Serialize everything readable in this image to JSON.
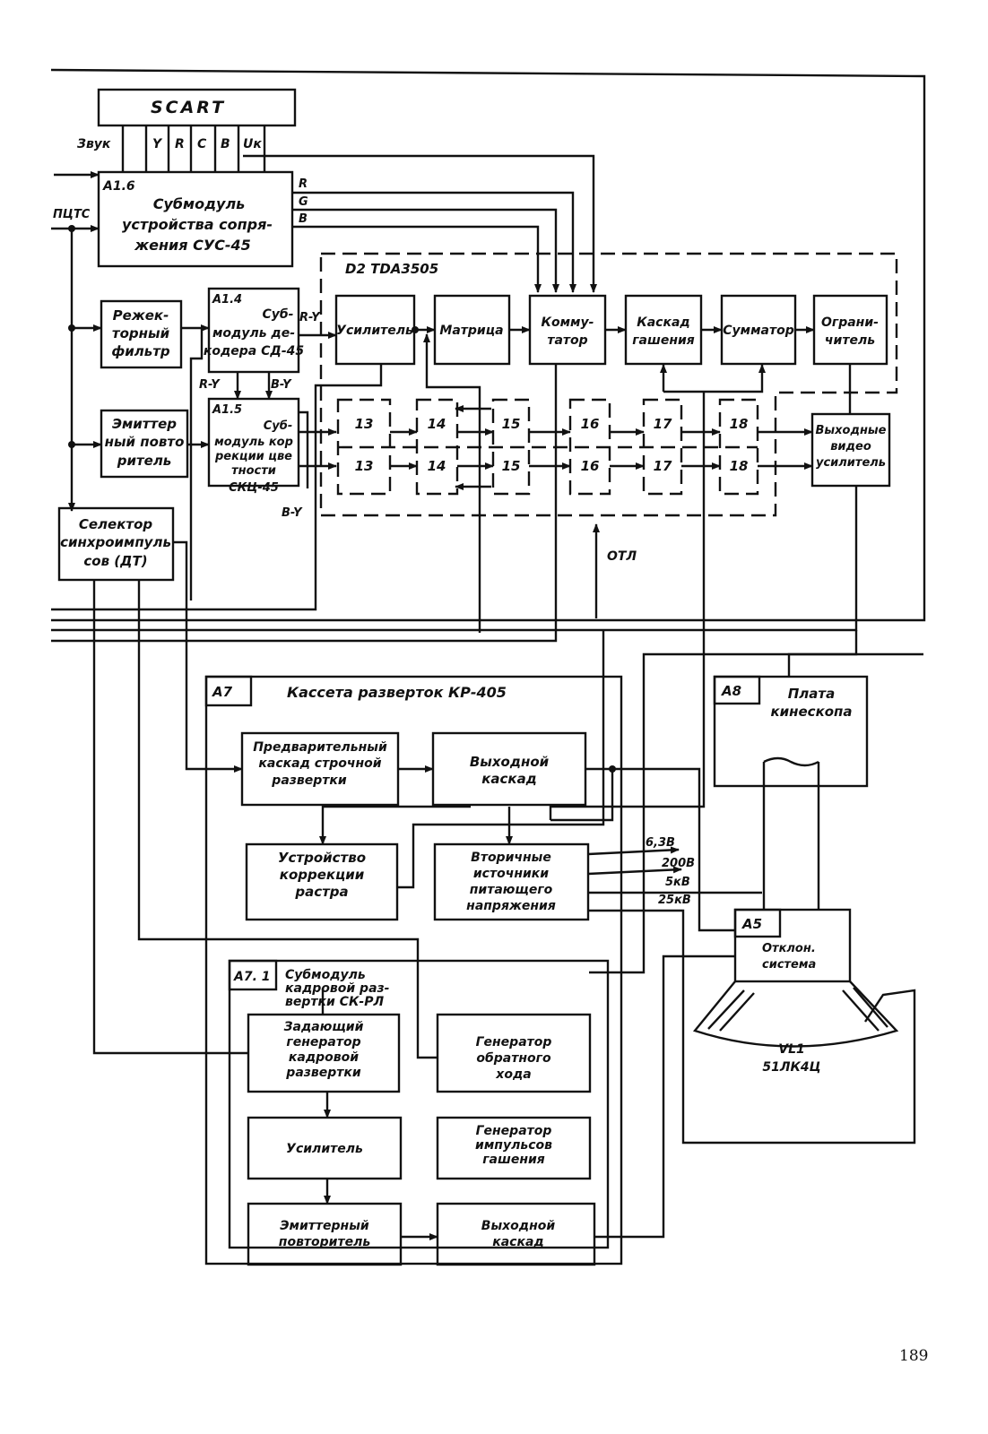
{
  "scart": {
    "title": "SCART",
    "pins": [
      "Звук",
      "Y",
      "R",
      "C",
      "B",
      "Uк"
    ]
  },
  "inputs": {
    "composite": "ПЦТС"
  },
  "a16": {
    "id": "A1.6",
    "lines": [
      "Субмодуль",
      "устройства сопря-",
      "жения   СУС-45"
    ],
    "outputs": [
      "R",
      "G",
      "B"
    ]
  },
  "notch": {
    "lines": [
      "Режек-",
      "торный",
      "фильтр"
    ]
  },
  "a14": {
    "id": "A1.4",
    "lines": [
      "Суб-",
      "модуль де-",
      "кодера СД-45"
    ]
  },
  "emitter": {
    "lines": [
      "Эмиттер",
      "ный повто",
      "ритель"
    ]
  },
  "a15": {
    "id": "A1.5",
    "lines": [
      "Суб-",
      "модуль кор",
      "рекции цве",
      "тности",
      "СКЦ-45"
    ]
  },
  "signals": {
    "ry": "R-Y",
    "by": "B-Y",
    "otl": "ОТЛ"
  },
  "sync": {
    "lines": [
      "Селектор",
      "синхроимпуль",
      "сов (ДТ)"
    ]
  },
  "d2": {
    "title": "D2  TDA3505",
    "chain": [
      "Усилитель",
      "Матрица",
      "Комму-|татор",
      "Каскад|гашения",
      "Сумматор",
      "Ограни-|читель"
    ],
    "delay_cells": [
      "13",
      "14",
      "15",
      "16",
      "17",
      "18"
    ]
  },
  "video_out": {
    "lines": [
      "Выходные",
      "видео",
      "усилитель"
    ]
  },
  "a7": {
    "id": "A7",
    "title": "Кассета   разверток   КР-405"
  },
  "a7_blocks": {
    "pre_line": [
      "Предварительный",
      "каскад  строчной",
      "развертки"
    ],
    "out_line": [
      "Выходной",
      "каскад"
    ],
    "raster": [
      "Устройство",
      "коррекции",
      "растра"
    ],
    "secondary": [
      "Вторичные",
      "источники",
      "питающего",
      "напряжения"
    ]
  },
  "voltages": [
    "6,3В",
    "200В",
    "5кВ",
    "25кВ"
  ],
  "a71": {
    "id": "A7. 1",
    "title": [
      "Субмодуль",
      "кадровой раз-",
      "вертки СК-РЛ"
    ],
    "master": [
      "Задающий",
      "генератор",
      "кадровой",
      "развертки"
    ],
    "flyback": [
      "Генератор",
      "обратного",
      "хода"
    ],
    "amp": [
      "Усилитель"
    ],
    "blank": [
      "Генератор",
      "импульсов",
      "гашения"
    ],
    "emitter": [
      "Эмиттерный",
      "повторитель"
    ],
    "out": [
      "Выходной",
      "каскад"
    ]
  },
  "a8": {
    "id": "A8",
    "lines": [
      "Плата",
      "кинескопа"
    ]
  },
  "a5": {
    "id": "A5",
    "lines": [
      "Отклон.",
      "система"
    ]
  },
  "crt": {
    "lines": [
      "VL1",
      "51ЛК4Ц"
    ]
  },
  "page_number": "189"
}
